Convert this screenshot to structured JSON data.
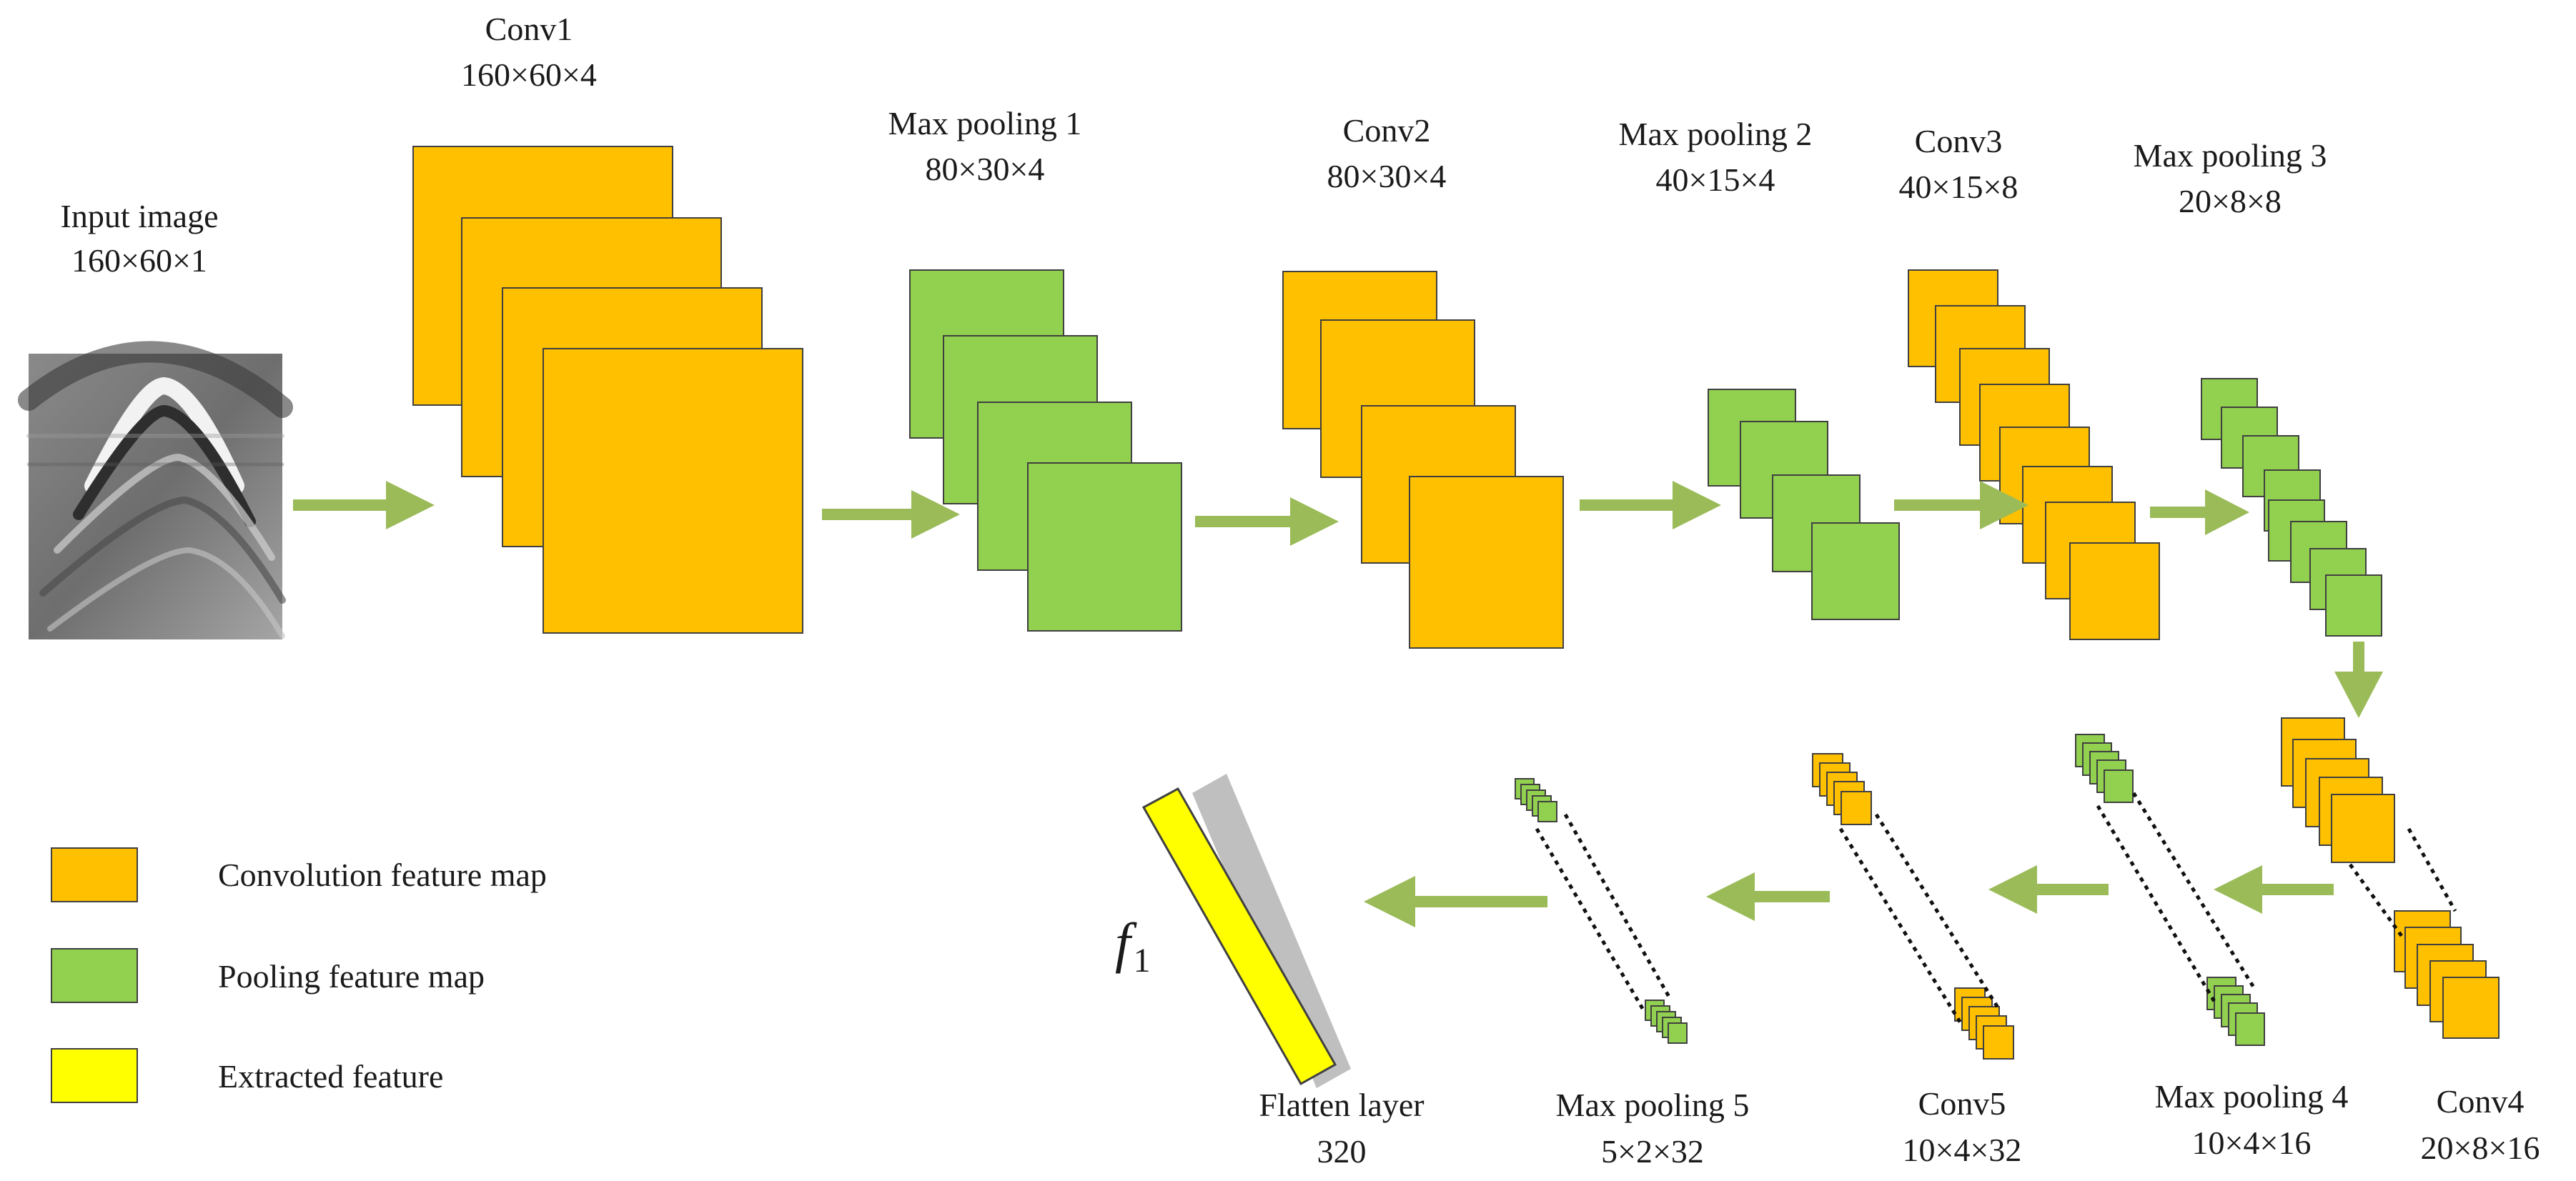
{
  "input": {
    "title": "Input image",
    "dims": "160×60×1"
  },
  "layers": {
    "conv1": {
      "title": "Conv1",
      "dims": "160×60×4"
    },
    "pool1": {
      "title": "Max pooling 1",
      "dims": "80×30×4"
    },
    "conv2": {
      "title": "Conv2",
      "dims": "80×30×4"
    },
    "pool2": {
      "title": "Max pooling 2",
      "dims": "40×15×4"
    },
    "conv3": {
      "title": "Conv3",
      "dims": "40×15×8"
    },
    "pool3": {
      "title": "Max pooling 3",
      "dims": "20×8×8"
    },
    "conv4": {
      "title": "Conv4",
      "dims": "20×8×16"
    },
    "pool4": {
      "title": "Max pooling 4",
      "dims": "10×4×16"
    },
    "conv5": {
      "title": "Conv5",
      "dims": "10×4×32"
    },
    "pool5": {
      "title": "Max pooling 5",
      "dims": "5×2×32"
    },
    "flatten": {
      "title": "Flatten layer",
      "dims": "320"
    }
  },
  "feature_symbol": {
    "letter": "f",
    "subscript": "1"
  },
  "legend": [
    {
      "label": "Convolution feature map",
      "color": "#FFC000"
    },
    {
      "label": "Pooling feature map",
      "color": "#92D050"
    },
    {
      "label": "Extracted feature",
      "color": "#FFFF00"
    }
  ],
  "colors": {
    "arrow": "#9BBB59",
    "conv": "#FFC000",
    "pool": "#92D050",
    "feature": "#FFFF00"
  }
}
